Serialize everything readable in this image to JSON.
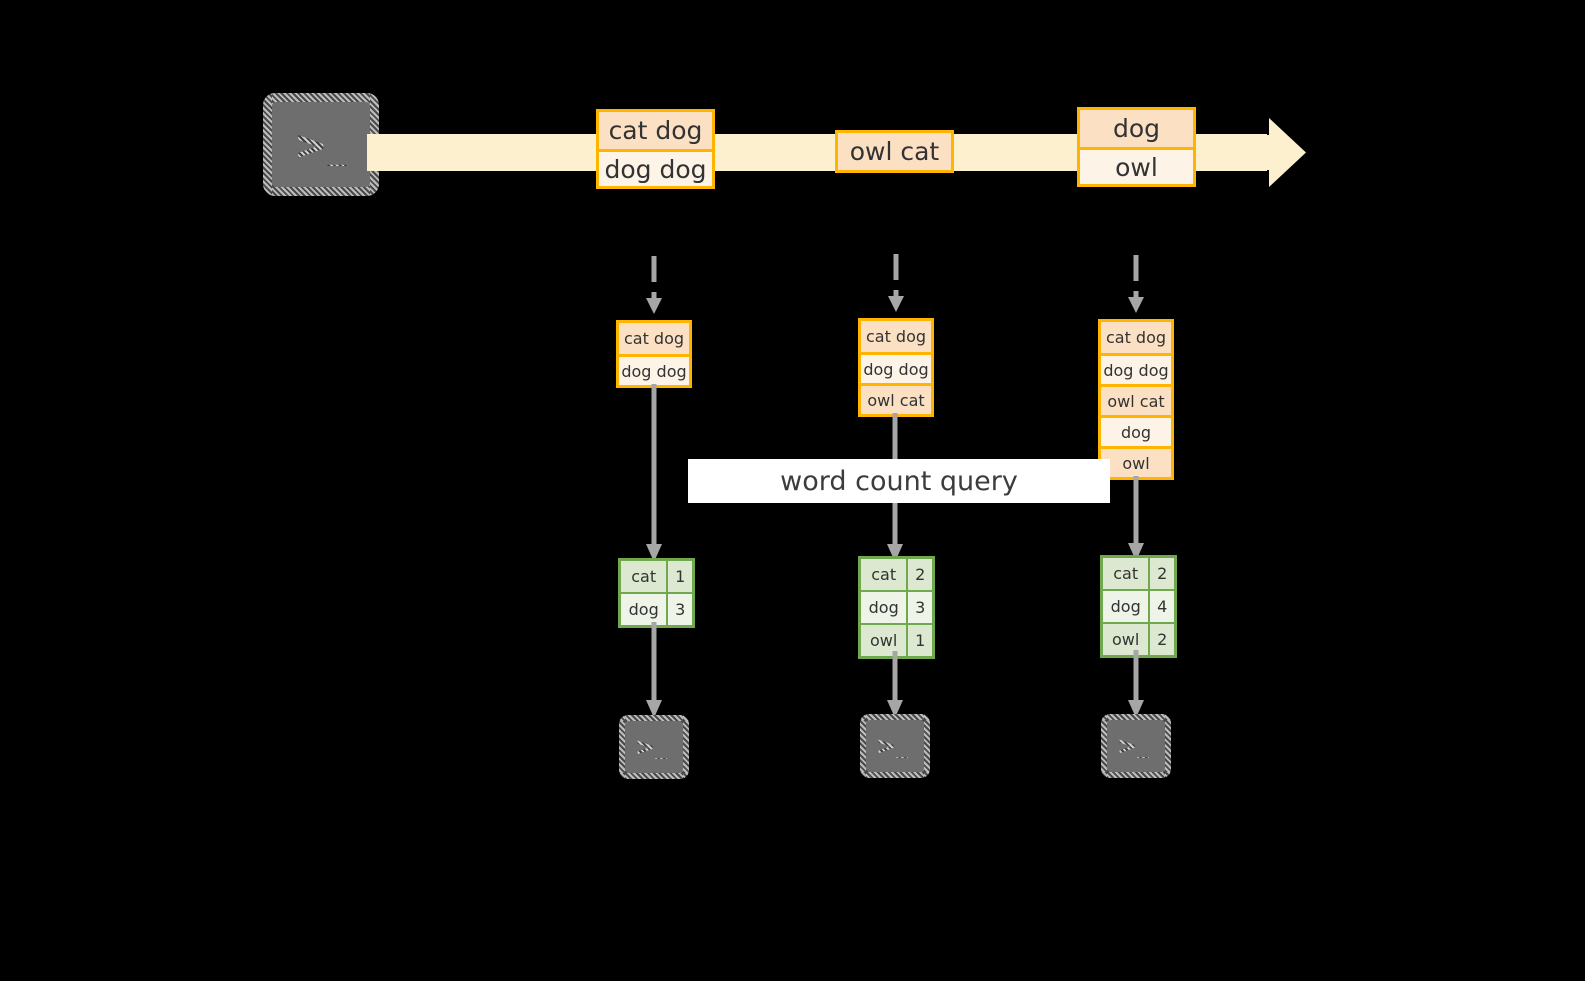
{
  "diagram": {
    "query_label": "word count query",
    "colors": {
      "stream_fill": "#fdf0ce",
      "box_border": "#ffb400",
      "box_fill_odd": "#fbe0c4",
      "box_fill_even": "#fdf3e7",
      "table_border": "#71a84e",
      "table_fill_odd": "#dce9d0",
      "table_fill_even": "#eef4e8",
      "arrow_gray": "#a6a6a6",
      "terminal_fill": "#6e6e6e",
      "banner_fill": "#ffffff",
      "background": "#000000"
    },
    "producer": {
      "icon": "terminal-icon",
      "prompt": ">_"
    },
    "stream": {
      "icon": "right-arrow-icon",
      "messages": [
        {
          "name": "stream-message-1",
          "lines": [
            "cat dog",
            "dog dog"
          ]
        },
        {
          "name": "stream-message-2",
          "lines": [
            "owl cat"
          ]
        },
        {
          "name": "stream-message-3",
          "lines": [
            "dog",
            "owl"
          ]
        }
      ]
    },
    "snapshots": [
      {
        "name": "snapshot-1",
        "lines": [
          "cat dog",
          "dog dog"
        ]
      },
      {
        "name": "snapshot-2",
        "lines": [
          "cat dog",
          "dog dog",
          "owl cat"
        ]
      },
      {
        "name": "snapshot-3",
        "lines": [
          "cat dog",
          "dog dog",
          "owl cat",
          "dog",
          "owl"
        ]
      }
    ],
    "results": [
      {
        "name": "result-table-1",
        "rows": [
          {
            "word": "cat",
            "count": "1"
          },
          {
            "word": "dog",
            "count": "3"
          }
        ]
      },
      {
        "name": "result-table-2",
        "rows": [
          {
            "word": "cat",
            "count": "2"
          },
          {
            "word": "dog",
            "count": "3"
          },
          {
            "word": "owl",
            "count": "1"
          }
        ]
      },
      {
        "name": "result-table-3",
        "rows": [
          {
            "word": "cat",
            "count": "2"
          },
          {
            "word": "dog",
            "count": "4"
          },
          {
            "word": "owl",
            "count": "2"
          }
        ]
      }
    ],
    "consumers": [
      {
        "name": "consumer-1",
        "icon": "terminal-icon",
        "prompt": ">_"
      },
      {
        "name": "consumer-2",
        "icon": "terminal-icon",
        "prompt": ">_"
      },
      {
        "name": "consumer-3",
        "icon": "terminal-icon",
        "prompt": ">_"
      }
    ]
  }
}
